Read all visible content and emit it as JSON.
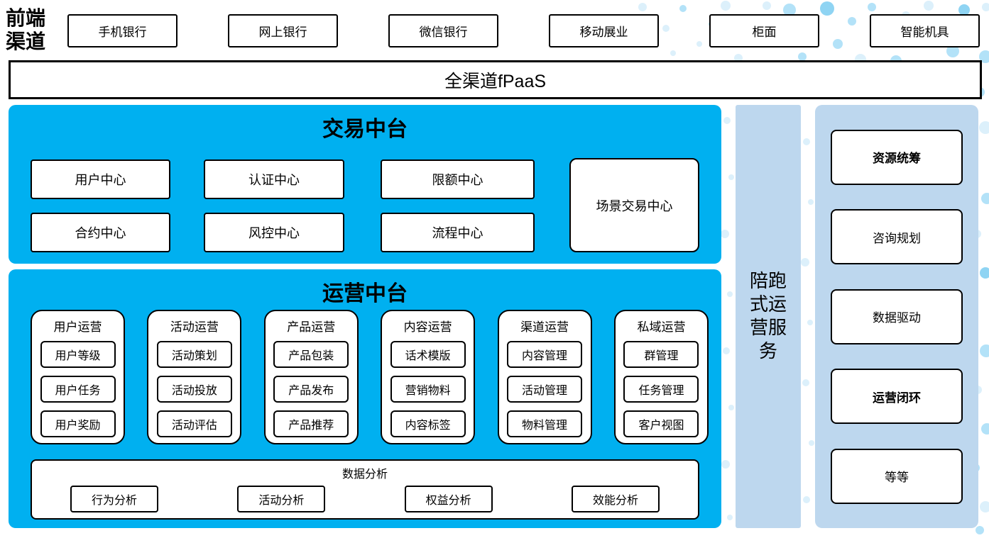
{
  "front_channels": {
    "label": "前端渠道",
    "items": [
      "手机银行",
      "网上银行",
      "微信银行",
      "移动展业",
      "柜面",
      "智能机具"
    ]
  },
  "fpaas": {
    "label": "全渠道fPaaS"
  },
  "trade_platform": {
    "title": "交易中台",
    "centers": [
      "用户中心",
      "认证中心",
      "限额中心",
      "合约中心",
      "风控中心",
      "流程中心"
    ],
    "scenario_center": "场景交易中心"
  },
  "operations_platform": {
    "title": "运营中台",
    "columns": [
      {
        "title": "用户运营",
        "items": [
          "用户等级",
          "用户任务",
          "用户奖励"
        ]
      },
      {
        "title": "活动运营",
        "items": [
          "活动策划",
          "活动投放",
          "活动评估"
        ]
      },
      {
        "title": "产品运营",
        "items": [
          "产品包装",
          "产品发布",
          "产品推荐"
        ]
      },
      {
        "title": "内容运营",
        "items": [
          "话术模版",
          "营销物料",
          "内容标签"
        ]
      },
      {
        "title": "渠道运营",
        "items": [
          "内容管理",
          "活动管理",
          "物料管理"
        ]
      },
      {
        "title": "私域运营",
        "items": [
          "群管理",
          "任务管理",
          "客户视图"
        ]
      }
    ],
    "data_analysis": {
      "title": "数据分析",
      "items": [
        "行为分析",
        "活动分析",
        "权益分析",
        "效能分析"
      ]
    }
  },
  "side_service": {
    "label": "陪跑式运营服务"
  },
  "right_panel": {
    "items": [
      {
        "label": "资源统筹",
        "bold": true
      },
      {
        "label": "咨询规划",
        "bold": false
      },
      {
        "label": "数据驱动",
        "bold": false
      },
      {
        "label": "运营闭环",
        "bold": true
      },
      {
        "label": "等等",
        "bold": false
      }
    ]
  },
  "colors": {
    "accent_blue": "#00B0F0",
    "panel_blue": "#BDD7EE",
    "dot_light": "#DCF0FB",
    "dot_medium": "#B3E2F8",
    "dot_strong": "#8FD4F3"
  }
}
